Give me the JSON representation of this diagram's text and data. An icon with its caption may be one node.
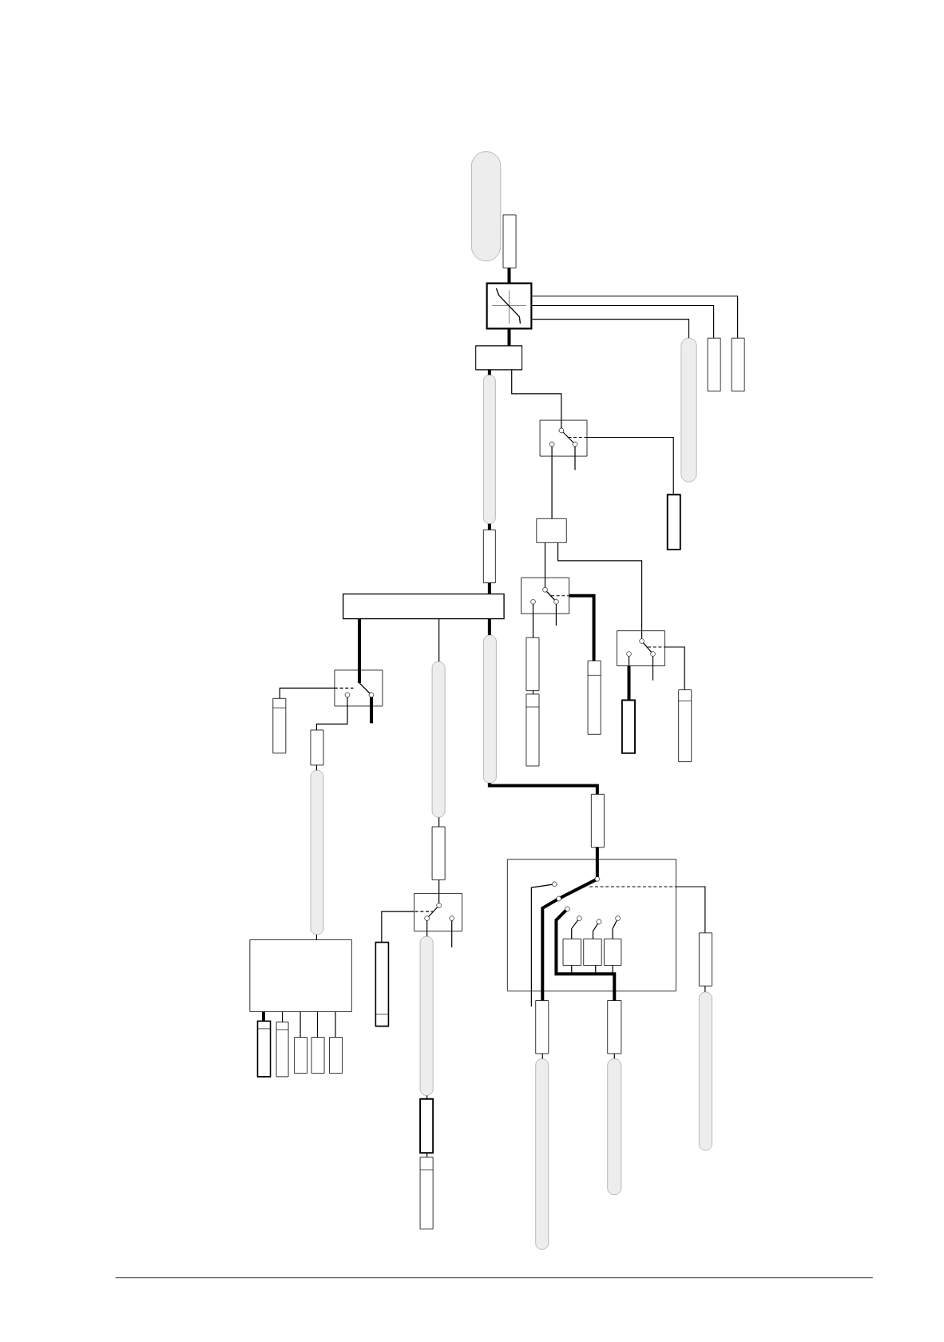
{
  "diagram": {
    "nodes": [
      {
        "text": [],
        "shape": "capsule"
      },
      {
        "text": [],
        "shape": "box"
      },
      {
        "text": [],
        "shape": "box"
      },
      {
        "text": [],
        "shape": "box"
      },
      {
        "text": [],
        "shape": "capsule"
      },
      {
        "text": [],
        "shape": "capsule"
      },
      {
        "text": [],
        "shape": "box"
      },
      {
        "text": [],
        "shape": "box"
      },
      {
        "text": [],
        "shape": "box"
      },
      {
        "text": [],
        "shape": "box"
      },
      {
        "text": [],
        "shape": "box"
      },
      {
        "text": [],
        "shape": "box"
      },
      {
        "text": [],
        "shape": "box"
      },
      {
        "text": [],
        "shape": "box"
      },
      {
        "text": [],
        "shape": "box"
      },
      {
        "text": [],
        "shape": "box"
      },
      {
        "text": [],
        "shape": "box"
      },
      {
        "text": [],
        "shape": "box"
      },
      {
        "text": [],
        "shape": "box"
      },
      {
        "text": [],
        "shape": "box"
      },
      {
        "text": [],
        "shape": "capsule"
      },
      {
        "text": [],
        "shape": "capsule"
      },
      {
        "text": [],
        "shape": "box"
      },
      {
        "text": [],
        "shape": "box"
      },
      {
        "text": [],
        "shape": "box"
      },
      {
        "text": [],
        "shape": "capsule"
      },
      {
        "text": [],
        "shape": "box"
      },
      {
        "text": [],
        "shape": "box"
      },
      {
        "text": [],
        "shape": "box"
      },
      {
        "text": [],
        "shape": "box"
      },
      {
        "text": [],
        "shape": "box"
      },
      {
        "text": [],
        "shape": "capsule"
      },
      {
        "text": [],
        "shape": "box"
      },
      {
        "text": [],
        "shape": "box"
      },
      {
        "text": [],
        "shape": "box"
      },
      {
        "text": [],
        "shape": "box"
      },
      {
        "text": [],
        "shape": "box"
      },
      {
        "text": [],
        "shape": "box"
      },
      {
        "text": [],
        "shape": "box",
        "in": 28
      },
      {
        "text": [],
        "shape": "box",
        "in": 28
      },
      {
        "text": [],
        "shape": "box",
        "in": 28
      },
      {
        "text": [],
        "shape": "box"
      },
      {
        "text": [],
        "shape": "box"
      },
      {
        "text": [],
        "shape": "box"
      },
      {
        "text": [],
        "shape": "capsule"
      },
      {
        "text": [],
        "shape": "box"
      },
      {
        "text": [],
        "shape": "box"
      },
      {
        "text": [],
        "shape": "capsule"
      },
      {
        "text": [],
        "shape": "capsule"
      }
    ],
    "edges": [
      {
        "from": 1,
        "to": 2,
        "arrow": "none",
        "style": "thick"
      },
      {
        "from": 2,
        "to": 3,
        "arrow": "none",
        "style": "thick"
      },
      {
        "from": 3,
        "to": 4,
        "arrow": "none",
        "style": "thick"
      },
      {
        "from": 2,
        "to": 5,
        "arrow": "none"
      },
      {
        "from": 2,
        "to": 6,
        "arrow": "none"
      },
      {
        "from": 2,
        "to": 7,
        "arrow": "none"
      },
      {
        "from": 3,
        "to": 8,
        "arrow": "none"
      },
      {
        "from": 8,
        "to": 9,
        "arrow": "none"
      },
      {
        "from": 8,
        "to": 10,
        "arrow": "none"
      },
      {
        "from": 4,
        "to": 11,
        "arrow": "none",
        "style": "thick"
      },
      {
        "from": 11,
        "to": 12,
        "arrow": "none",
        "style": "thick"
      },
      {
        "from": 10,
        "to": 13,
        "arrow": "none"
      },
      {
        "from": 10,
        "to": 14,
        "arrow": "none"
      },
      {
        "from": 13,
        "to": 15,
        "arrow": "none"
      },
      {
        "from": 13,
        "to": 17,
        "arrow": "none",
        "style": "thick"
      },
      {
        "from": 15,
        "to": 16,
        "arrow": "none"
      },
      {
        "from": 14,
        "to": 18,
        "arrow": "none",
        "style": "thick"
      },
      {
        "from": 14,
        "to": 19,
        "arrow": "none"
      },
      {
        "from": 12,
        "to": 20,
        "arrow": "none",
        "style": "thick"
      },
      {
        "from": 12,
        "to": 21,
        "arrow": "none"
      },
      {
        "from": 12,
        "to": 22,
        "arrow": "none",
        "style": "thick"
      },
      {
        "from": 22,
        "to": 23,
        "arrow": "none"
      },
      {
        "from": 22,
        "to": 24,
        "arrow": "none"
      },
      {
        "from": 24,
        "to": 25,
        "arrow": "none"
      },
      {
        "from": 21,
        "to": 26,
        "arrow": "none"
      },
      {
        "from": 26,
        "to": 29,
        "arrow": "none"
      },
      {
        "from": 29,
        "to": 30,
        "arrow": "none"
      },
      {
        "from": 29,
        "to": 31,
        "arrow": "none"
      },
      {
        "from": 25,
        "to": 32,
        "arrow": "none"
      },
      {
        "from": 32,
        "to": 33,
        "arrow": "none",
        "style": "thick"
      },
      {
        "from": 32,
        "to": 34,
        "arrow": "none"
      },
      {
        "from": 32,
        "to": 35,
        "arrow": "none"
      },
      {
        "from": 32,
        "to": 36,
        "arrow": "none"
      },
      {
        "from": 32,
        "to": 37,
        "arrow": "none"
      },
      {
        "from": 20,
        "to": 27,
        "arrow": "none",
        "style": "thick"
      },
      {
        "from": 27,
        "to": 28,
        "arrow": "none",
        "style": "thick"
      },
      {
        "from": 28,
        "to": 41,
        "arrow": "none"
      },
      {
        "from": 28,
        "to": 42,
        "arrow": "none",
        "style": "thick"
      },
      {
        "from": 28,
        "to": 43,
        "arrow": "none",
        "style": "thick"
      },
      {
        "from": 38,
        "to": 43,
        "arrow": "none"
      },
      {
        "from": 39,
        "to": 43,
        "arrow": "none"
      },
      {
        "from": 40,
        "to": 43,
        "arrow": "none"
      },
      {
        "from": 41,
        "to": 44,
        "arrow": "none"
      },
      {
        "from": 42,
        "to": 47,
        "arrow": "none"
      },
      {
        "from": 43,
        "to": 48,
        "arrow": "none"
      },
      {
        "from": 31,
        "to": 45,
        "arrow": "none"
      },
      {
        "from": 45,
        "to": 46,
        "arrow": "none"
      }
    ]
  }
}
